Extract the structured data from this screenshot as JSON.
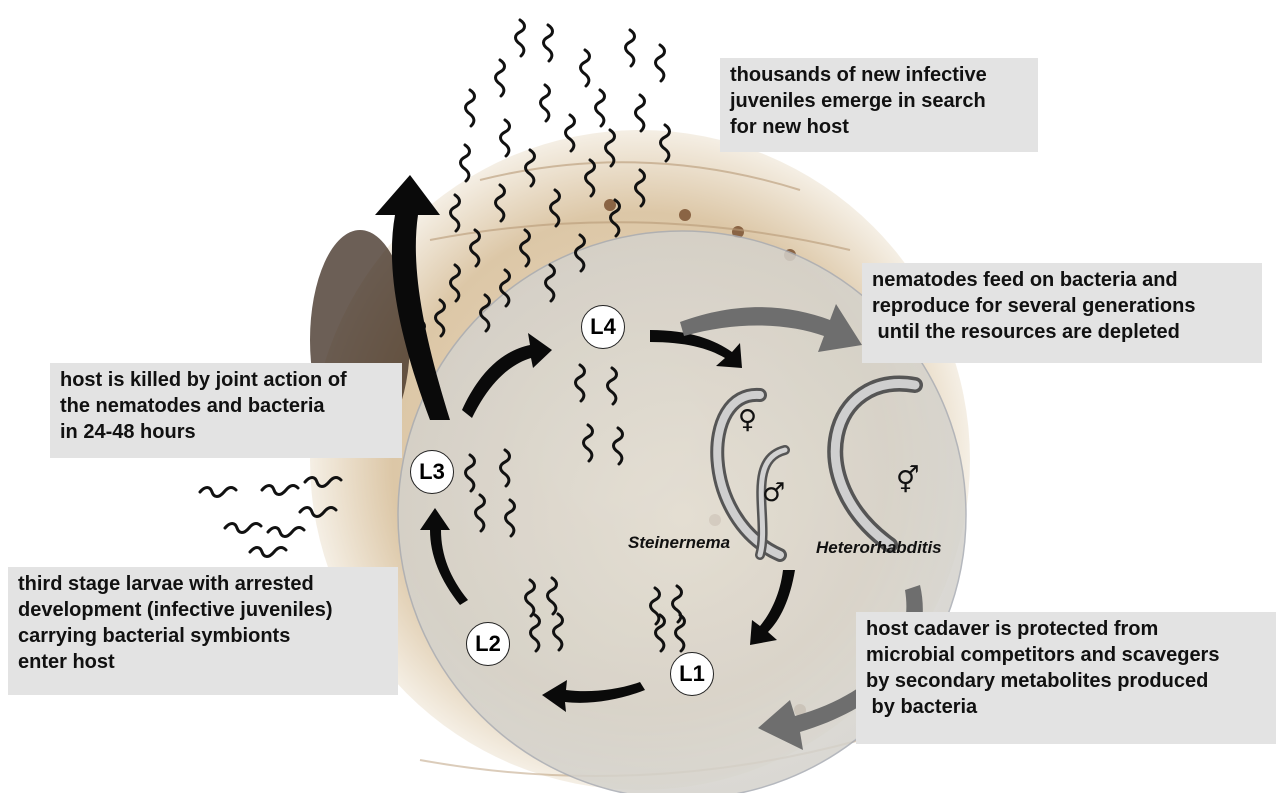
{
  "annotations": {
    "emerge": [
      "thousands of new infective",
      "juveniles emerge in search",
      "for new host"
    ],
    "feed": [
      "nematodes feed on bacteria and",
      "reproduce for several generations",
      " until the resources are depleted"
    ],
    "killed": [
      "host is killed by joint action of",
      "the nematodes and bacteria",
      "in 24-48 hours"
    ],
    "third_stage": [
      "third stage larvae with arrested",
      "development (infective juveniles)",
      "carrying bacterial symbionts",
      "enter host"
    ],
    "cadaver": [
      "host cadaver is protected from",
      "microbial competitors and scavegers",
      "by secondary metabolites produced",
      " by bacteria"
    ]
  },
  "stages": {
    "l1": "L1",
    "l2": "L2",
    "l3": "L3",
    "l4": "L4"
  },
  "genera": {
    "steinernema": "Steinernema",
    "heterorhabditis": "Heterorhabditis"
  },
  "symbols": {
    "female": "♀",
    "male": "♂",
    "hermaphrodite": "⚥"
  },
  "colors": {
    "label_box": "#e3e3e3",
    "black_arrow": "#0a0a0a",
    "gray_arrow": "#6e6e6e",
    "host_body": "#d8c2a0",
    "inner_circle": "#d9d6cf"
  }
}
